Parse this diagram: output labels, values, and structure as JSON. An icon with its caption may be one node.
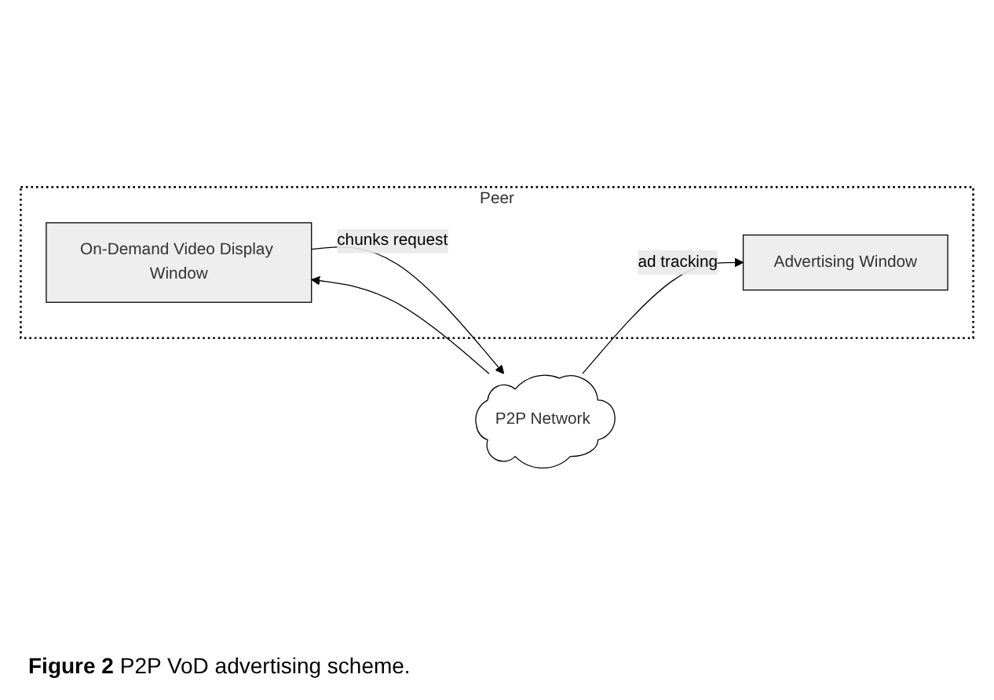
{
  "diagram": {
    "caption": "**Figure 2** P2P VoD advertising scheme.",
    "nodes": [
      {
        "text": [
          "Peer"
        ]
      },
      {
        "text": [
          "On-Demand Video Display Window"
        ],
        "in": 0
      },
      {
        "text": [
          "Advertising Window"
        ],
        "in": 0
      },
      {
        "text": [
          "P2P Network"
        ]
      }
    ],
    "edges": [
      {
        "from": 1,
        "to": 3,
        "label": "chunks request",
        "arrow": "to"
      },
      {
        "from": 3,
        "to": 1,
        "arrow": "to"
      },
      {
        "from": 3,
        "to": 2,
        "label": "ad tracking",
        "arrow": "to"
      }
    ]
  }
}
